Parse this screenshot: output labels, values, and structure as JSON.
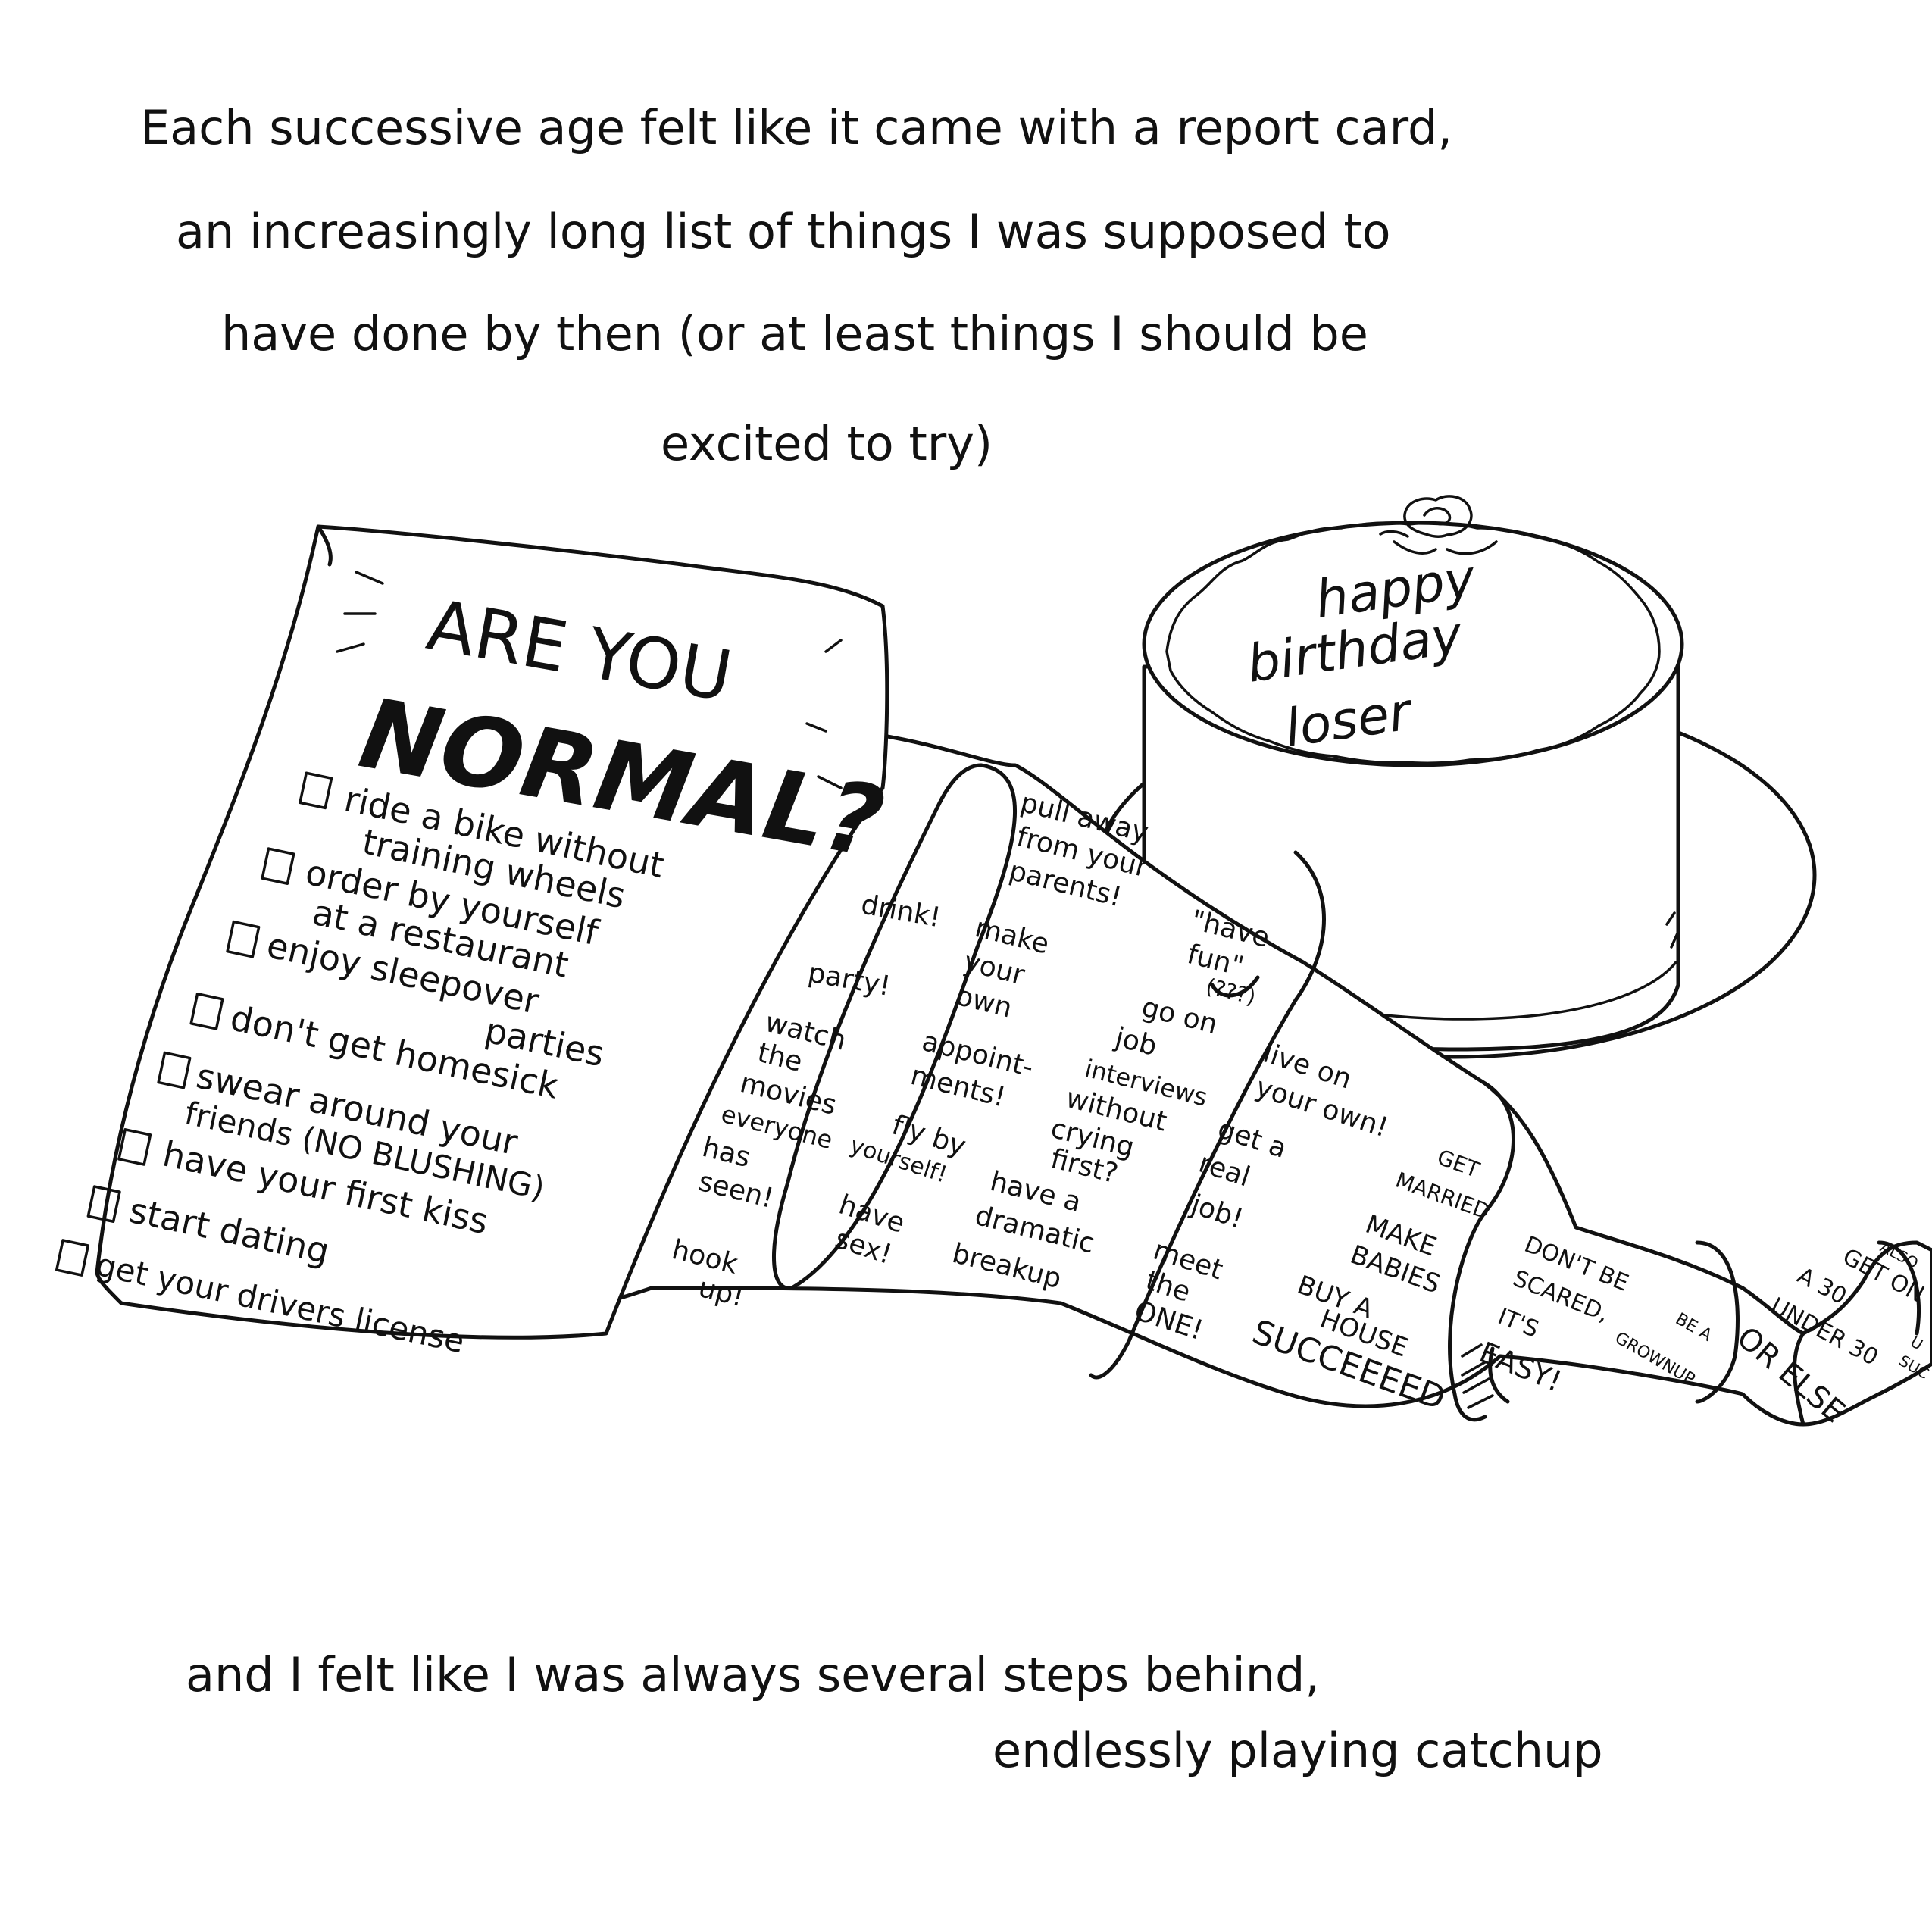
{
  "captions": {
    "top": [
      "Each successive age felt like it came with a report card,",
      "an increasingly long list of things I was supposed to",
      "have done by then (or at least things I should be",
      "excited to try)"
    ],
    "bottom": [
      "and I felt like I was always several steps behind,",
      "endlessly playing catchup"
    ]
  },
  "cake": {
    "lines": [
      "happy",
      "birthday",
      "loser"
    ]
  },
  "checklist": {
    "title_line1": "ARE YOU",
    "title_line2": "NORMAL?",
    "items": [
      [
        "ride a bike without",
        "training wheels"
      ],
      [
        "order by yourself",
        "at a restaurant"
      ],
      [
        "enjoy sleepover",
        "parties"
      ],
      [
        "don't get homesick"
      ],
      [
        "swear around your",
        "friends (NO BLUSHING)"
      ],
      [
        "have your first kiss"
      ],
      [
        "start dating"
      ],
      [
        "get your drivers license"
      ]
    ]
  },
  "scroll_notes": {
    "fold1": [
      "drink!",
      "party!",
      "watch",
      "the",
      "movies",
      "everyone",
      "has",
      "seen!",
      "hook",
      "up!"
    ],
    "fold2_top": [
      "pull away",
      "from your",
      "parents!"
    ],
    "fold2": [
      "make",
      "your",
      "own",
      "appoint-",
      "ments!",
      "fly by",
      "yourself!",
      "have",
      "sex!"
    ],
    "fold3": [
      "\"have",
      "fun\"",
      "(???)",
      "go on",
      "job",
      "interviews",
      "without",
      "crying",
      "first?",
      "have a",
      "dramatic",
      "breakup"
    ],
    "fold4": [
      "live on",
      "your own!",
      "get a",
      "real",
      "job!",
      "meet",
      "the",
      "ONE!"
    ],
    "fold5": [
      "GET",
      "MARRIED",
      "MAKE",
      "BABIES",
      "BUY A",
      "HOUSE",
      "SUCCEEEED"
    ],
    "fold6": [
      "DON'T BE",
      "SCARED,",
      "IT'S",
      "EASY!"
    ],
    "fold7": [
      "BE A",
      "GROWNUP"
    ],
    "fold8": [
      "ALSO",
      "GET ON",
      "A 30",
      "UNDER 30",
      "OR ELSE"
    ],
    "fold9": [
      "U",
      "SUC"
    ]
  }
}
